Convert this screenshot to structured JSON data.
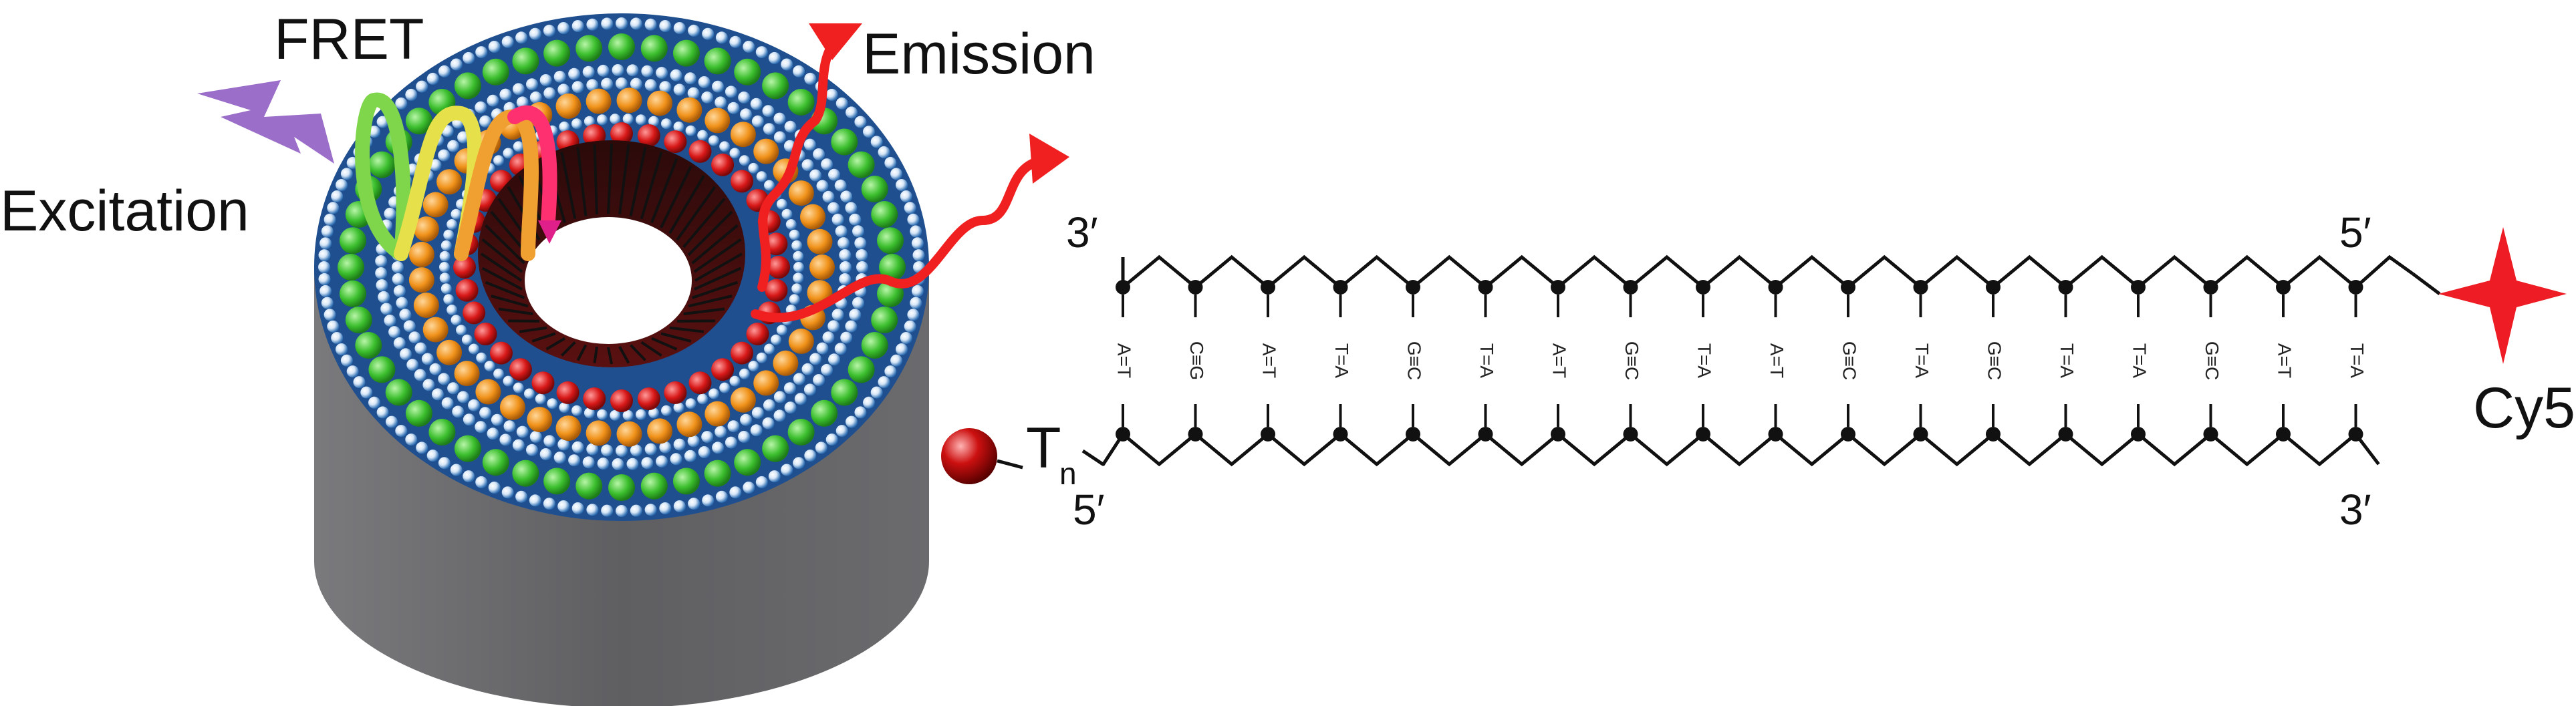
{
  "labels": {
    "fret": "FRET",
    "emission": "Emission",
    "excitation": "Excitation",
    "cy5": "Cy5",
    "linker_base": "T",
    "linker_sub": "n",
    "top_left_end": "3′",
    "top_right_end": "5′",
    "bottom_left_end": "5′",
    "bottom_right_end": "3′"
  },
  "base_pairs": [
    "A=T",
    "C≡G",
    "A=T",
    "T=A",
    "G≡C",
    "T=A",
    "A=T",
    "G≡C",
    "T=A",
    "A=T",
    "G≡C",
    "T=A",
    "G≡C",
    "T=A",
    "T=A",
    "G≡C",
    "A=T",
    "T=A"
  ],
  "colors": {
    "cylinder": "#6d6d70",
    "outer_ring": "#2f6fb3",
    "green_beads": "#3cbf2e",
    "orange_beads": "#f0921a",
    "red_beads": "#d81818",
    "emission_arrow": "#f02020",
    "excitation_bolt": "#9b6fc9",
    "cy5_star": "#ee1c25",
    "quencher_sphere": "#cc1010"
  },
  "icons": {
    "excitation": "lightning-bolt-icon",
    "emission": "emission-arrow-icon",
    "cy5": "star-icon",
    "quencher": "sphere-icon"
  }
}
